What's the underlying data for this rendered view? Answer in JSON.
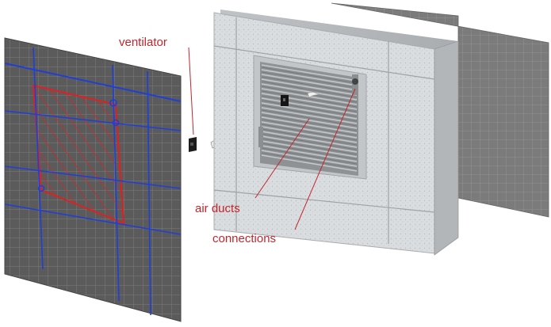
{
  "labels": {
    "ventilator": "ventilator",
    "air_ducts": "air ducts",
    "connections": "connections"
  },
  "colors": {
    "label_red": "#c0272d",
    "grid_dark": "#5a5a5a",
    "grid_line": "#8a8a8a",
    "blue_line": "#1f3fd6",
    "heating_red": "#e02020",
    "concrete": "#d9dcdf",
    "duct_panel": "#8d9092",
    "back_panel": "#7a7a7a"
  },
  "icons": {
    "ventilator": "ventilator-unit-icon",
    "pipe": "pipe-connector-icon"
  }
}
